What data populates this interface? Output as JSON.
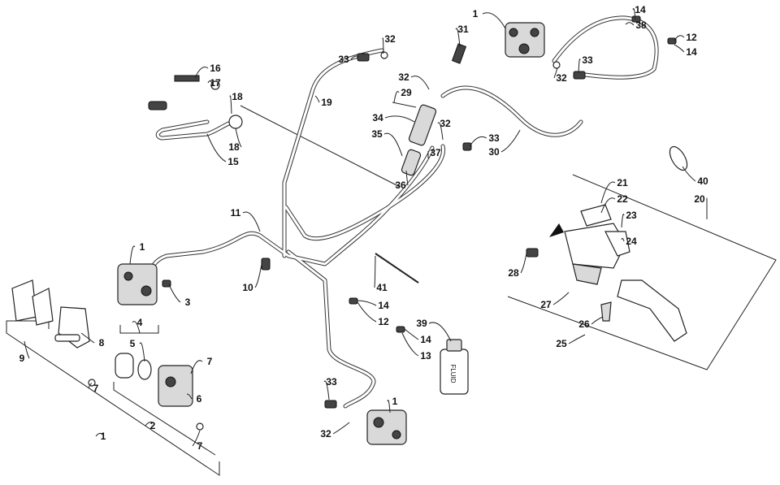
{
  "diagram": {
    "callouts": [
      "14",
      "38",
      "12",
      "14",
      "1",
      "31",
      "32",
      "33",
      "33",
      "32",
      "32",
      "29",
      "34",
      "32",
      "35",
      "33",
      "30",
      "37",
      "36",
      "16",
      "17",
      "18",
      "18",
      "15",
      "19",
      "40",
      "20",
      "21",
      "22",
      "23",
      "24",
      "28",
      "27",
      "26",
      "25",
      "11",
      "1",
      "3",
      "10",
      "41",
      "14",
      "12",
      "14",
      "13",
      "39",
      "4",
      "5",
      "7",
      "9",
      "8",
      "7",
      "6",
      "7",
      "2",
      "1",
      "33",
      "1",
      "32"
    ],
    "bottle_label": "FLUID"
  }
}
